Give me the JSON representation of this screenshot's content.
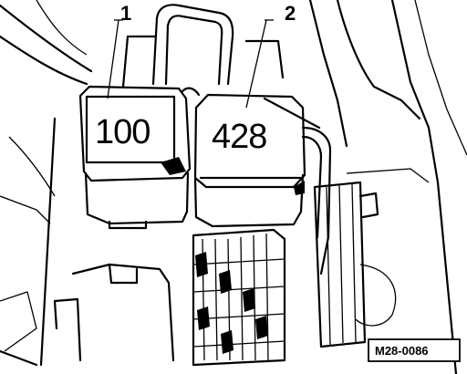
{
  "callouts": [
    {
      "number": "1"
    },
    {
      "number": "2"
    }
  ],
  "relays": [
    {
      "marking": "100"
    },
    {
      "marking": "428"
    }
  ],
  "figure_code": "M28-0086"
}
